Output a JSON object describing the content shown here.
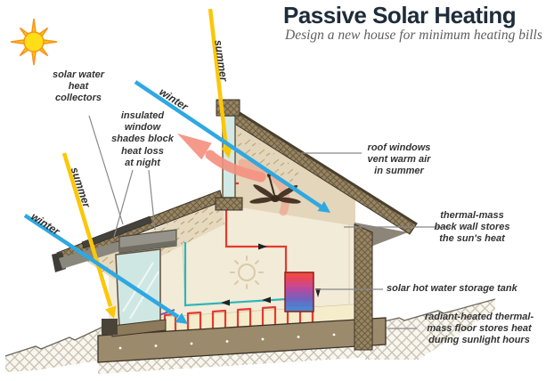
{
  "header": {
    "title": "Passive Solar Heating",
    "subtitle": "Design a new house for minimum heating bills"
  },
  "arrow_labels": {
    "summer_top": "summer",
    "winter_top": "winter",
    "summer_left": "summer",
    "winter_left": "winter"
  },
  "callouts": {
    "collectors": "solar water\nheat\ncollectors",
    "shades": "insulated\nwindow\nshades block\nheat loss\nat night",
    "roof_windows": "roof windows\nvent warm air\nin summer",
    "thermal_wall": "thermal-mass\nback wall stores\nthe sun's heat",
    "tank": "solar hot water storage tank",
    "floor": "radiant-heated thermal-\nmass floor stores heat\nduring sunlight hours"
  },
  "colors": {
    "summer_arrow": "#FBC707",
    "winter_arrow": "#2FA8E1",
    "heat_loss_arrow": "#F4907E",
    "sun": "#FFD200",
    "roof_brown": "#8C7A5B",
    "hot_pipe": "#E23B2E",
    "return_pipe": "#2FB5B8",
    "tank_top": "#EF4B45",
    "tank_bottom": "#4B87D1"
  }
}
